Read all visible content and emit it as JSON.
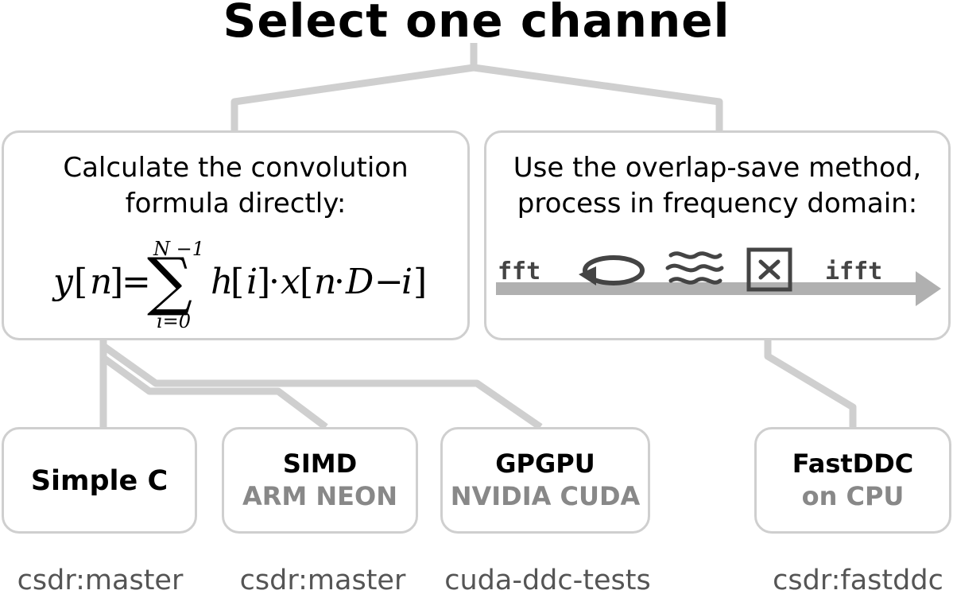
{
  "title": "Select one channel",
  "methods": {
    "direct": {
      "line1": "Calculate the convolution",
      "line2": "formula directly:",
      "formula": {
        "lhs_y": "y",
        "lhs_n": "n",
        "sum_upper": "N −1",
        "sum_lower": "i=0",
        "h": "h",
        "i": "i",
        "x": "x",
        "n": "n",
        "D": "D",
        "i2": "i"
      }
    },
    "overlap_save": {
      "line1": "Use the overlap-save method,",
      "line2": "process in frequency domain:",
      "fft_label": "fft",
      "ifft_label": "ifft",
      "icons": [
        "rotate-icon",
        "filter-icon",
        "multiply-icon"
      ]
    }
  },
  "implementations": [
    {
      "name": "Simple C",
      "sub": "",
      "branch": "csdr:master"
    },
    {
      "name": "SIMD",
      "sub": "ARM NEON",
      "branch": "csdr:master"
    },
    {
      "name": "GPGPU",
      "sub": "NVIDIA CUDA",
      "branch": "cuda-ddc-tests"
    },
    {
      "name": "FastDDC",
      "sub": "on CPU",
      "branch": "csdr:fastddc"
    }
  ],
  "colors": {
    "connector": "#cfcfcf",
    "subtitle": "#888888",
    "branch": "#555555",
    "arrow": "#b0b0b0",
    "icon": "#444444"
  }
}
